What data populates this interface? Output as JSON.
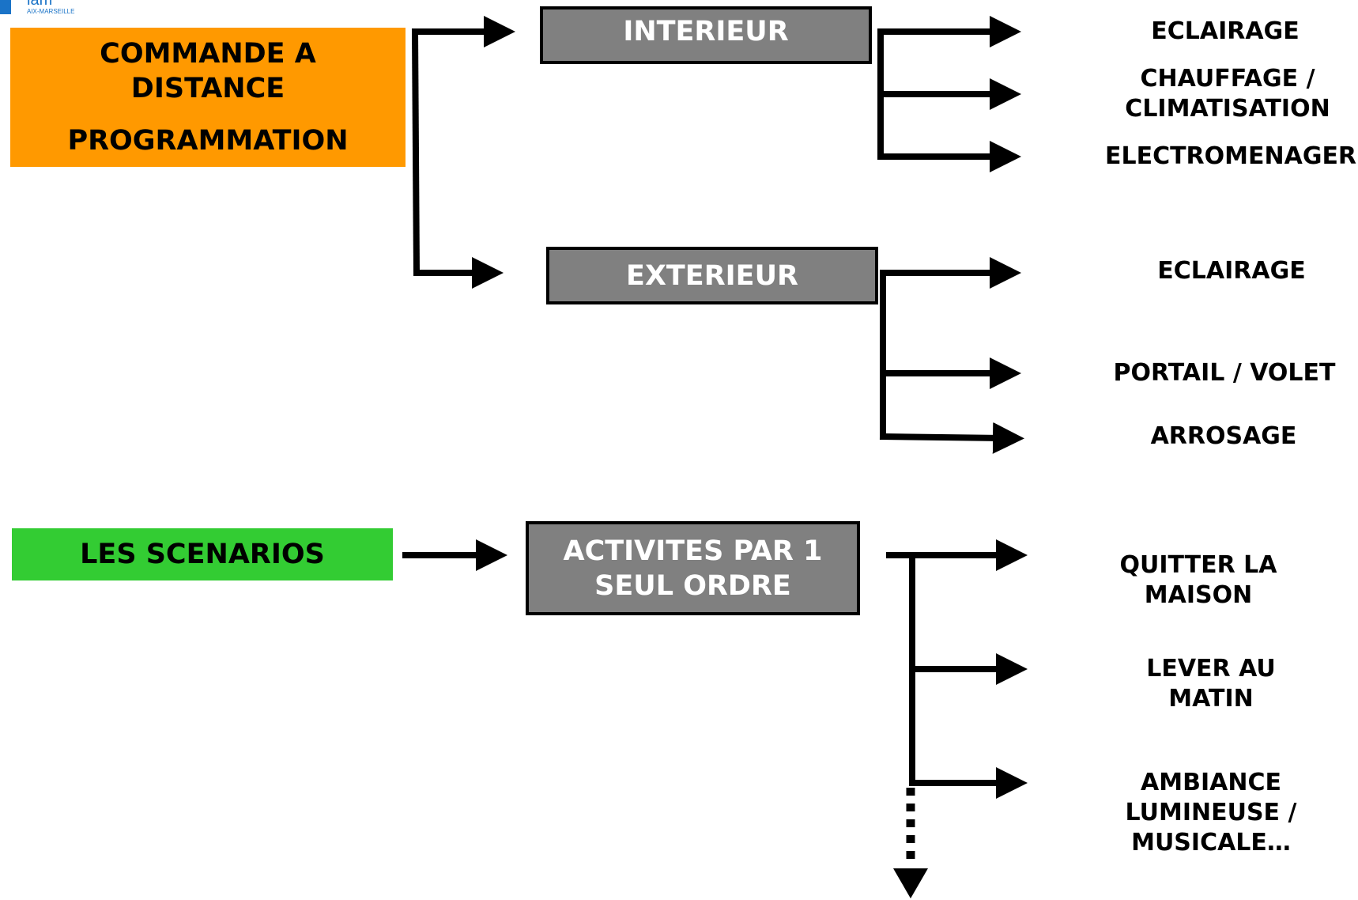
{
  "colors": {
    "orange": "#FF9900",
    "green": "#33CC33",
    "gray_box": "#808080",
    "logo_blue": "#1a73c7"
  },
  "logo": {
    "icon": "iam-logo",
    "text": "iam",
    "subtext": "AIX-MARSEILLE"
  },
  "source_boxes": {
    "commande": {
      "line1": "COMMANDE A",
      "line2": "DISTANCE",
      "line3": "PROGRAMMATION"
    },
    "scenarios": {
      "label": "LES SCENARIOS"
    }
  },
  "category_boxes": {
    "interieur": "INTERIEUR",
    "exterieur": "EXTERIEUR",
    "activites": {
      "line1": "ACTIVITES PAR 1",
      "line2": "SEUL ORDRE"
    }
  },
  "leaves": {
    "interieur": [
      {
        "lines": [
          "ECLAIRAGE"
        ]
      },
      {
        "lines": [
          "CHAUFFAGE /",
          "CLIMATISATION"
        ]
      },
      {
        "lines": [
          "ELECTROMENAGER"
        ]
      }
    ],
    "exterieur": [
      {
        "lines": [
          "ECLAIRAGE"
        ]
      },
      {
        "lines": [
          "PORTAIL / VOLET"
        ]
      },
      {
        "lines": [
          "ARROSAGE"
        ]
      }
    ],
    "activites": [
      {
        "lines": [
          "QUITTER LA",
          "MAISON"
        ]
      },
      {
        "lines": [
          "LEVER AU",
          "MATIN"
        ]
      },
      {
        "lines": [
          "AMBIANCE",
          "LUMINEUSE /",
          "MUSICALE…"
        ]
      }
    ]
  }
}
